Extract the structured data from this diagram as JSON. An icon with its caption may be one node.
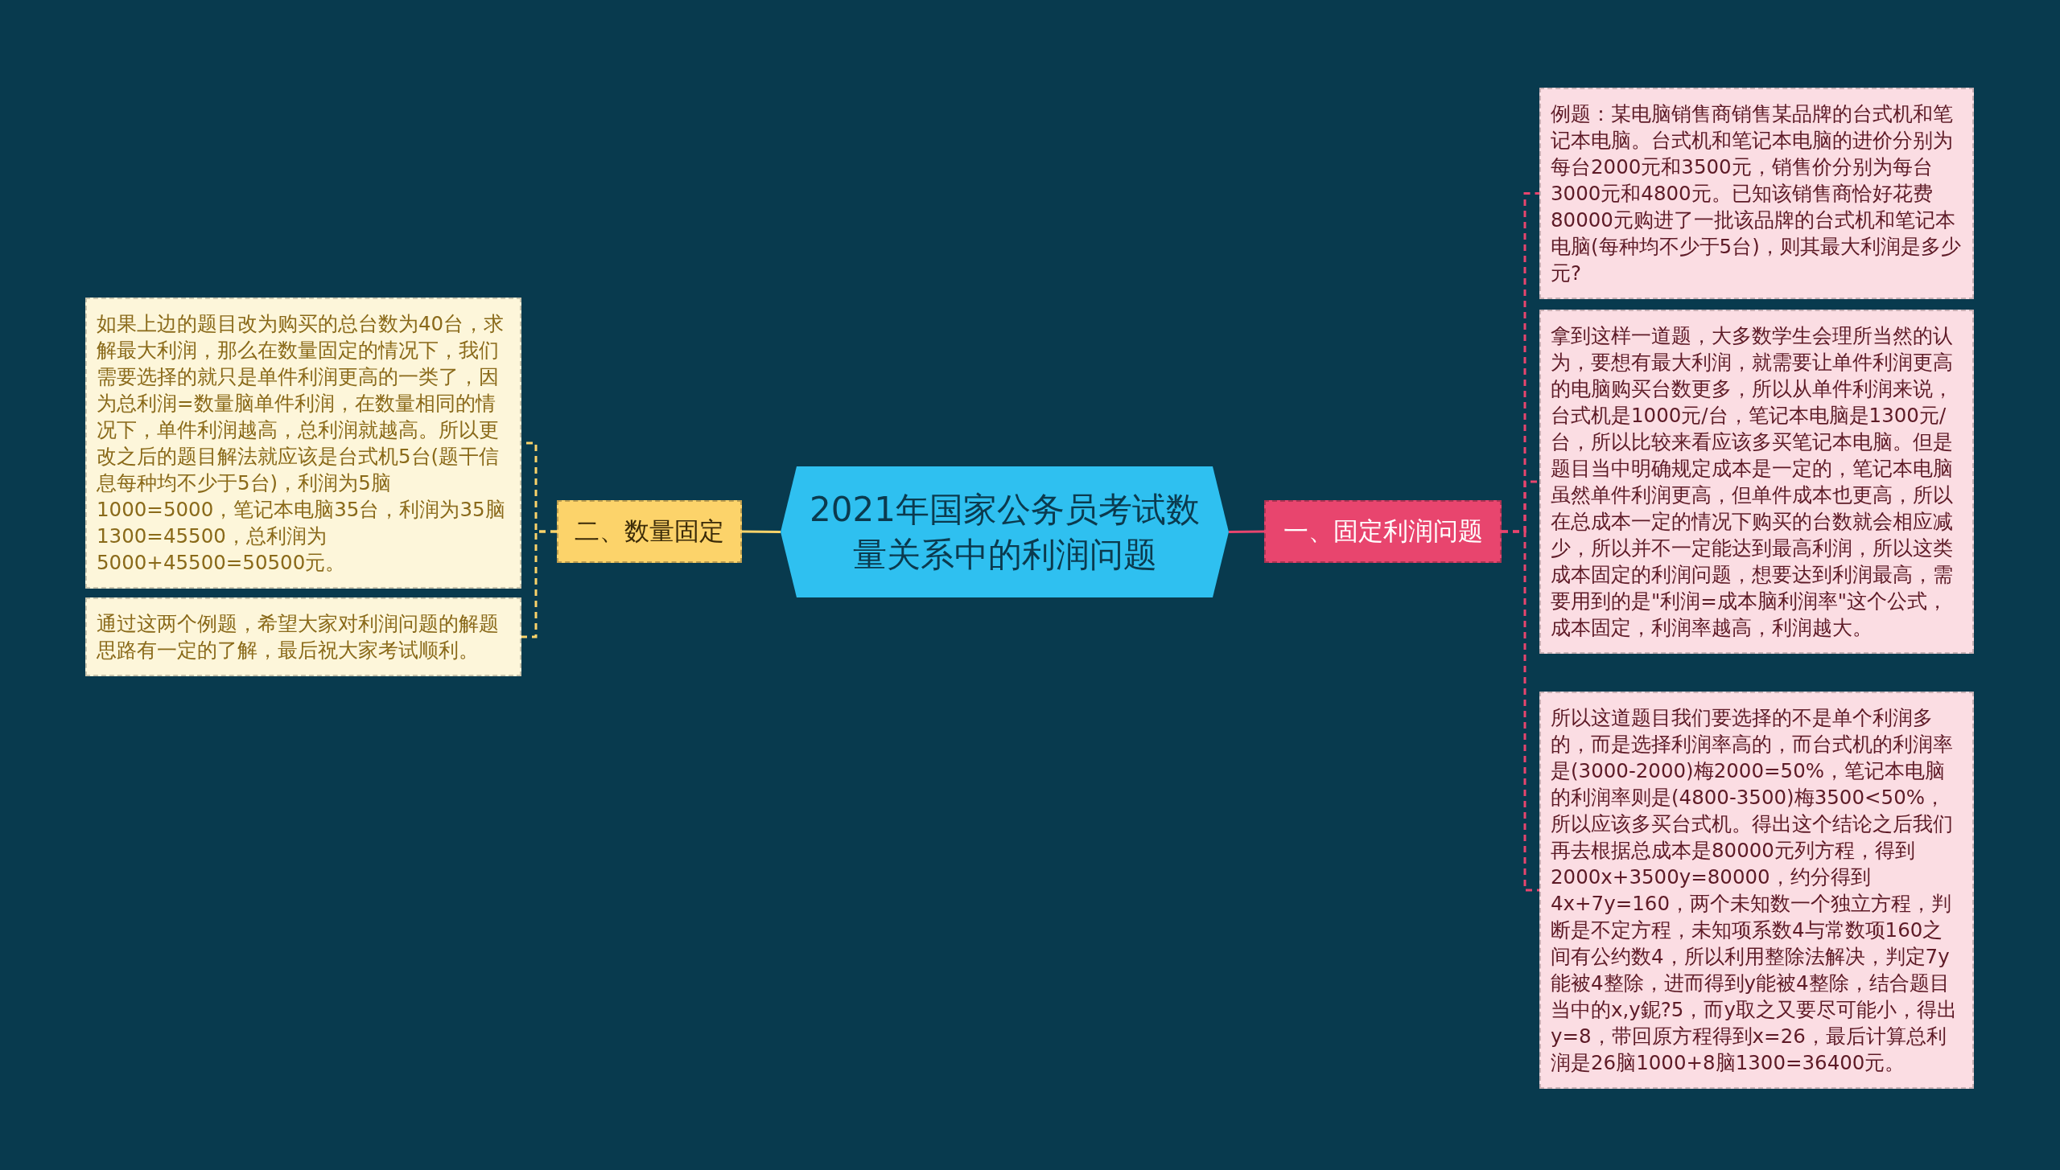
{
  "diagram": {
    "nodes": [
      {
        "text": [
          "2021年国家公务员考试数量关系中的利润问题"
        ]
      },
      {
        "text": [
          "一、固定利润问题"
        ]
      },
      {
        "text": [
          "例题：某电脑销售商销售某品牌的台式机和笔记本电脑。台式机和笔记本电脑的进价分别为每台2000元和3500元，销售价分别为每台3000元和4800元。已知该销售商恰好花费80000元购进了一批该品牌的台式机和笔记本电脑(每种均不少于5台)，则其最大利润是多少元?"
        ]
      },
      {
        "text": [
          "拿到这样一道题，大多数学生会理所当然的认为，要想有最大利润，就需要让单件利润更高的电脑购买台数更多，所以从单件利润来说，台式机是1000元/台，笔记本电脑是1300元/台，所以比较来看应该多买笔记本电脑。但是题目当中明确规定成本是一定的，笔记本电脑虽然单件利润更高，但单件成本也更高，所以在总成本一定的情况下购买的台数就会相应减少，所以并不一定能达到最高利润，所以这类成本固定的利润问题，想要达到利润最高，需要用到的是\"利润=成本脑利润率\"这个公式，成本固定，利润率越高，利润越大。"
        ]
      },
      {
        "text": [
          "所以这道题目我们要选择的不是单个利润多的，而是选择利润率高的，而台式机的利润率是(3000-2000)梅2000=50%，笔记本电脑的利润率则是(4800-3500)梅3500<50%，所以应该多买台式机。得出这个结论之后我们再去根据总成本是80000元列方程，得到2000x+3500y=80000，约分得到4x+7y=160，两个未知数一个独立方程，判断是不定方程，未知项系数4与常数项160之间有公约数4，所以利用整除法解决，判定7y能被4整除，进而得到y能被4整除，结合题目当中的x,y鈮?5，而y取之又要尽可能小，得出y=8，带回原方程得到x=26，最后计算总利润是26脑1000+8脑1300=36400元。"
        ]
      },
      {
        "text": [
          "二、数量固定"
        ]
      },
      {
        "text": [
          "如果上边的题目改为购买的总台数为40台，求解最大利润，那么在数量固定的情况下，我们需要选择的就只是单件利润更高的一类了，因为总利润=数量脑单件利润，在数量相同的情况下，单件利润越高，总利润就越高。所以更改之后的题目解法就应该是台式机5台(题干信息每种均不少于5台)，利润为5脑1000=5000，笔记本电脑35台，利润为35脑1300=45500，总利润为5000+45500=50500元。"
        ]
      },
      {
        "text": [
          "通过这两个例题，希望大家对利润问题的解题思路有一定的了解，最后祝大家考试顺利。"
        ]
      }
    ],
    "edges": [
      {
        "from": 0,
        "to": 1,
        "arrow": "none",
        "color": "#e8456e"
      },
      {
        "from": 1,
        "to": 2,
        "arrow": "none",
        "style": "dashed",
        "color": "#e8456e"
      },
      {
        "from": 1,
        "to": 3,
        "arrow": "none",
        "style": "dashed",
        "color": "#e8456e"
      },
      {
        "from": 1,
        "to": 4,
        "arrow": "none",
        "style": "dashed",
        "color": "#e8456e"
      },
      {
        "from": 0,
        "to": 5,
        "arrow": "none",
        "color": "#fcd36a"
      },
      {
        "from": 5,
        "to": 6,
        "arrow": "none",
        "style": "dashed",
        "color": "#fcd36a"
      },
      {
        "from": 5,
        "to": 7,
        "arrow": "none",
        "style": "dashed",
        "color": "#fcd36a"
      }
    ]
  }
}
